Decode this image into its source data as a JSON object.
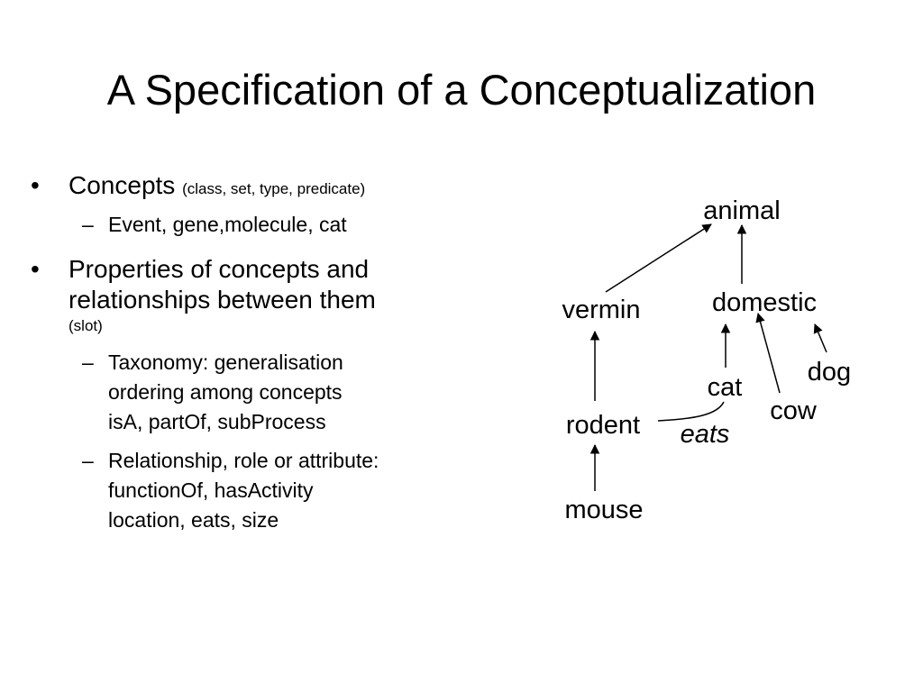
{
  "slide": {
    "title": "A Specification of a Conceptualization"
  },
  "bullets": {
    "concepts": {
      "mark": "•",
      "label": "Concepts",
      "note": "(class, set, type, predicate)",
      "sub": {
        "mark": "–",
        "text": "Event, gene,molecule, cat"
      }
    },
    "properties": {
      "mark": "•",
      "line1": "Properties of concepts and",
      "line2": "relationships between them",
      "note": "(slot)",
      "taxonomy": {
        "mark": "–",
        "line1": "Taxonomy: generalisation",
        "line2": "ordering among concepts",
        "line3": "isA, partOf, subProcess"
      },
      "relationship": {
        "mark": "–",
        "line1": "Relationship, role or attribute:",
        "line2": "functionOf, hasActivity",
        "line3": "location, eats, size"
      }
    }
  },
  "diagram": {
    "nodes": {
      "animal": "animal",
      "domestic": "domestic",
      "vermin": "vermin",
      "dog": "dog",
      "cat": "cat",
      "cow": "cow",
      "rodent": "rodent",
      "mouse": "mouse"
    },
    "edge_labels": {
      "eats": "eats"
    }
  },
  "colors": {
    "text": "#000000",
    "background": "#ffffff"
  }
}
